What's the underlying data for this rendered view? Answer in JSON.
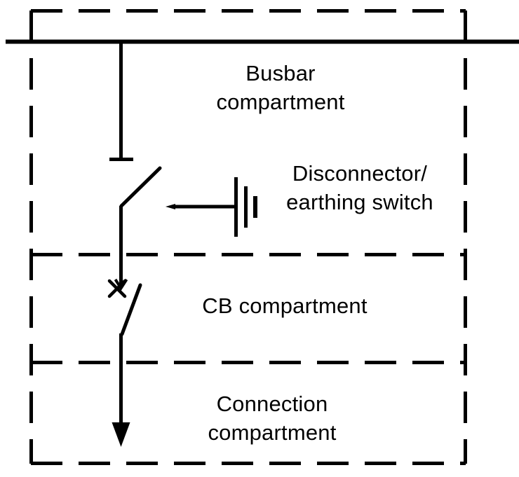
{
  "diagram": {
    "labels": {
      "busbar": {
        "line1": "Busbar",
        "line2": "compartment"
      },
      "disconnector": {
        "line1": "Disconnector/",
        "line2": "earthing switch"
      },
      "cb": {
        "line1": "CB compartment"
      },
      "connection": {
        "line1": "Connection",
        "line2": "compartment"
      }
    },
    "symbols": {
      "busbar_line": "busbar",
      "disconnector_switch": "disconnector-blade",
      "earthing_switch": "earth-ground-symbol",
      "circuit_breaker": "x-cross-with-blade",
      "outgoing_feeder": "down-arrow"
    },
    "colors": {
      "line": "#000000",
      "background": "#ffffff"
    }
  }
}
